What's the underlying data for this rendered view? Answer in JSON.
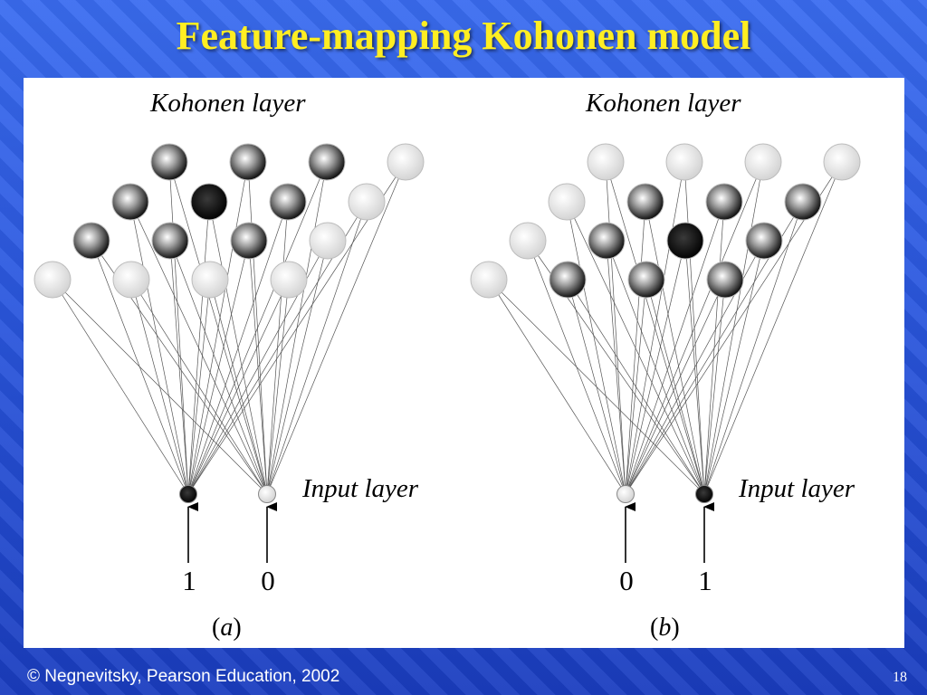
{
  "slide": {
    "title": "Feature-mapping Kohonen model",
    "footer": "© Negnevitsky, Pearson Education, 2002",
    "page_number": "18"
  },
  "colors": {
    "background": "#2a56dd",
    "title": "#ffee22",
    "panel": "#ffffff"
  },
  "diagrams": [
    {
      "id": "a",
      "kohonen_label": "Kohonen layer",
      "input_label": "Input layer",
      "caption_open": "(",
      "caption_letter": "a",
      "caption_close": ")",
      "inputs": [
        {
          "value": "1",
          "level": 1.0
        },
        {
          "value": "0",
          "level": 0.0
        }
      ],
      "rows": [
        [
          0.72,
          0.72,
          0.72,
          0.0
        ],
        [
          0.72,
          1.0,
          0.72,
          0.0
        ],
        [
          0.72,
          0.72,
          0.72,
          0.0
        ],
        [
          0.0,
          0.0,
          0.0,
          0.0
        ]
      ]
    },
    {
      "id": "b",
      "kohonen_label": "Kohonen layer",
      "input_label": "Input layer",
      "caption_open": "(",
      "caption_letter": "b",
      "caption_close": ")",
      "inputs": [
        {
          "value": "0",
          "level": 0.0
        },
        {
          "value": "1",
          "level": 1.0
        }
      ],
      "rows": [
        [
          0.0,
          0.0,
          0.0,
          0.0
        ],
        [
          0.0,
          0.72,
          0.72,
          0.72
        ],
        [
          0.0,
          0.72,
          1.0,
          0.72
        ],
        [
          0.0,
          0.72,
          0.72,
          0.72
        ]
      ]
    }
  ]
}
